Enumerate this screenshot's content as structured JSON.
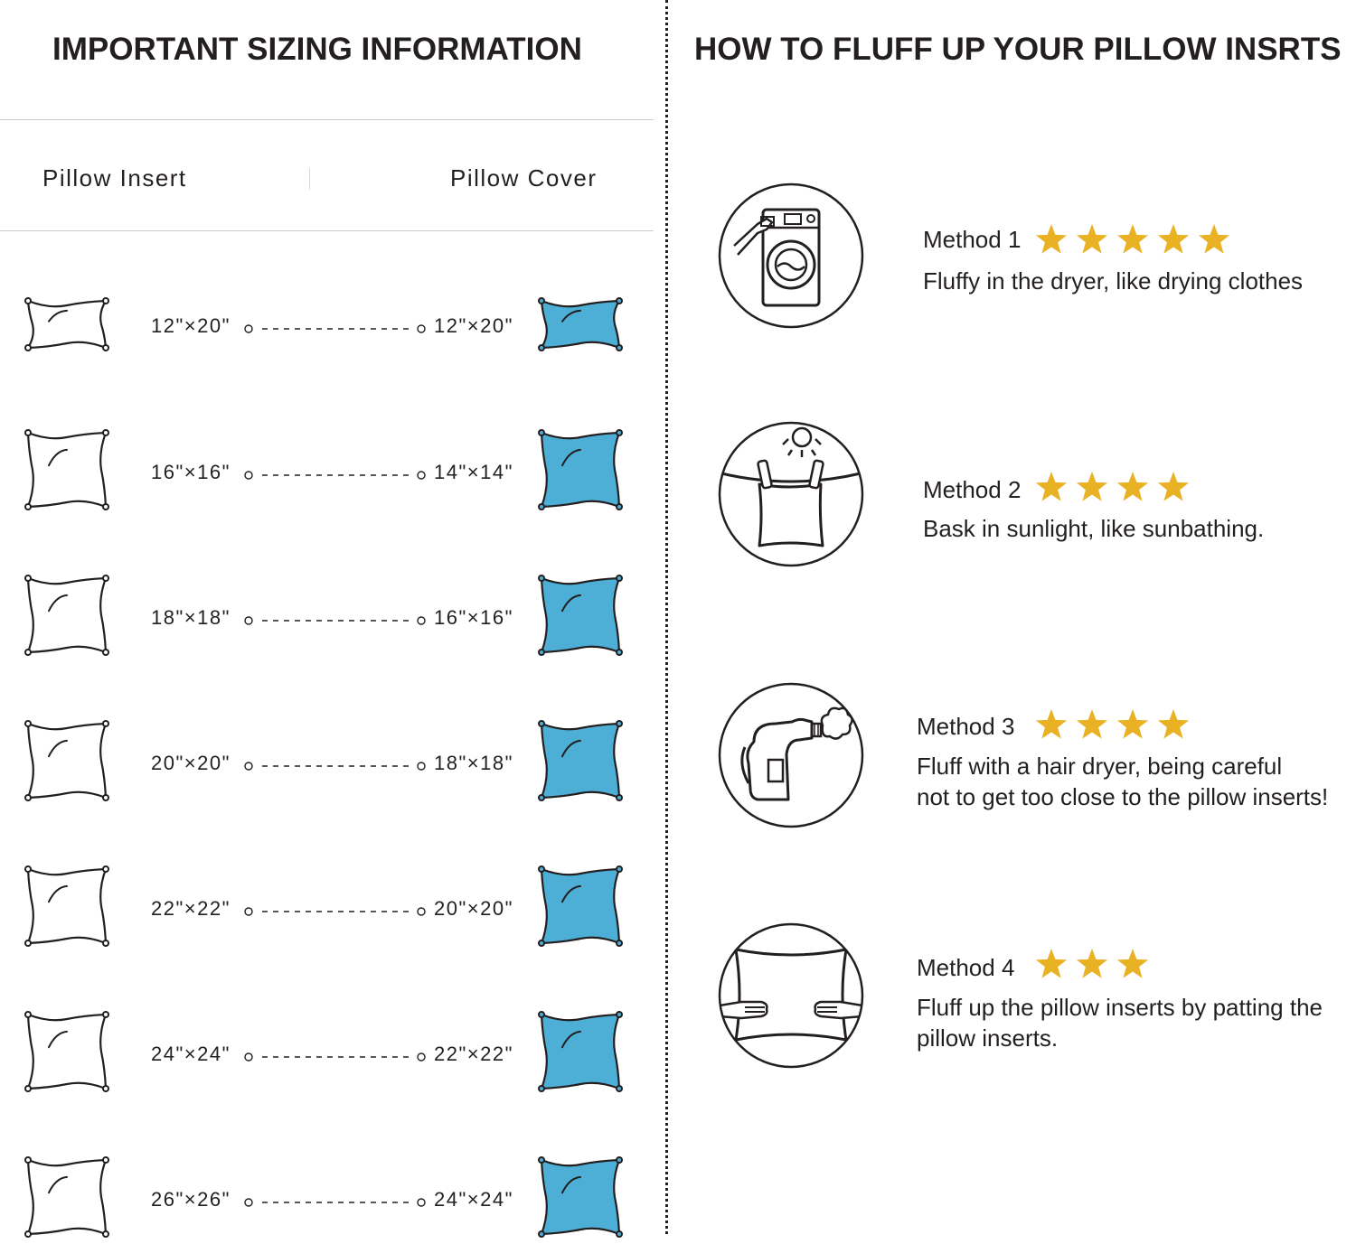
{
  "left_title": "IMPORTANT SIZING INFORMATION",
  "right_title": "HOW TO FLUFF UP YOUR PILLOW INSRTS",
  "columns": {
    "insert": "Pillow Insert",
    "cover": "Pillow Cover"
  },
  "colors": {
    "cover_fill": "#4eafd6",
    "star": "#e9b224",
    "text": "#231f20"
  },
  "icons": {
    "insert": "pillow-outline-icon",
    "cover": "pillow-blue-icon"
  },
  "sizes": [
    {
      "insert": "12\"×20\"",
      "cover": "12\"×20\""
    },
    {
      "insert": "16\"×16\"",
      "cover": "14\"×14\""
    },
    {
      "insert": "18\"×18\"",
      "cover": "16\"×16\""
    },
    {
      "insert": "20\"×20\"",
      "cover": "18\"×18\""
    },
    {
      "insert": "22\"×22\"",
      "cover": "20\"×20\""
    },
    {
      "insert": "24\"×24\"",
      "cover": "22\"×22\""
    },
    {
      "insert": "26\"×26\"",
      "cover": "24\"×24\""
    }
  ],
  "methods": [
    {
      "label": "Method 1",
      "stars": 5,
      "icon": "washing-machine-icon",
      "description": "Fluffy in the dryer, like drying clothes"
    },
    {
      "label": "Method 2",
      "stars": 4,
      "icon": "sun-drying-icon",
      "description": "Bask in sunlight, like sunbathing."
    },
    {
      "label": "Method 3",
      "stars": 4,
      "icon": "hair-dryer-icon",
      "description": "Fluff with a hair dryer, being careful\nnot to get too close to the pillow inserts!"
    },
    {
      "label": "Method 4",
      "stars": 3,
      "icon": "patting-hands-icon",
      "description": "Fluff up the pillow inserts by patting the\npillow inserts."
    }
  ]
}
